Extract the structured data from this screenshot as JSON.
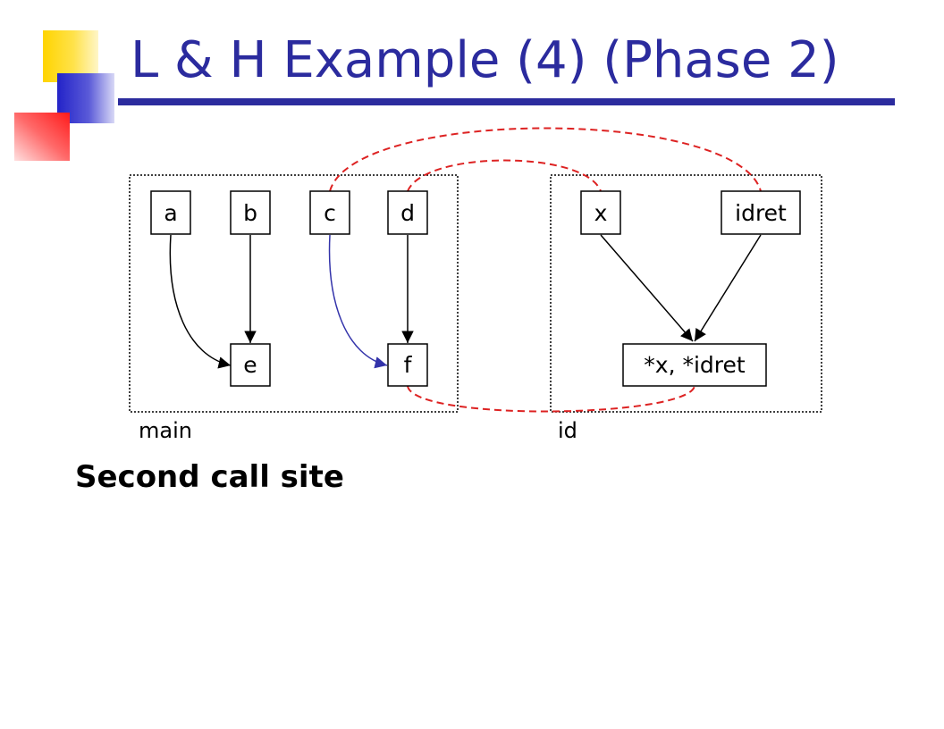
{
  "slide": {
    "title": "L & H Example (4) (Phase 2)",
    "subtitle": "Second call site"
  },
  "diagram": {
    "groups": [
      {
        "id": "main",
        "label": "main"
      },
      {
        "id": "id",
        "label": "id"
      }
    ],
    "nodes": [
      {
        "id": "a",
        "label": "a",
        "group": "main"
      },
      {
        "id": "b",
        "label": "b",
        "group": "main"
      },
      {
        "id": "c",
        "label": "c",
        "group": "main"
      },
      {
        "id": "d",
        "label": "d",
        "group": "main"
      },
      {
        "id": "e",
        "label": "e",
        "group": "main"
      },
      {
        "id": "f",
        "label": "f",
        "group": "main"
      },
      {
        "id": "x",
        "label": "x",
        "group": "id"
      },
      {
        "id": "idret",
        "label": "idret",
        "group": "id"
      },
      {
        "id": "deref",
        "label": "*x, *idret",
        "group": "id"
      }
    ],
    "edges": [
      {
        "from": "a",
        "to": "e",
        "style": "solid",
        "color": "#000000"
      },
      {
        "from": "b",
        "to": "e",
        "style": "solid",
        "color": "#000000"
      },
      {
        "from": "c",
        "to": "f",
        "style": "solid",
        "color": "#3333aa"
      },
      {
        "from": "d",
        "to": "f",
        "style": "solid",
        "color": "#000000"
      },
      {
        "from": "x",
        "to": "deref",
        "style": "solid",
        "color": "#000000"
      },
      {
        "from": "idret",
        "to": "deref",
        "style": "solid",
        "color": "#000000"
      },
      {
        "from": "c",
        "to": "idret",
        "style": "dashed",
        "color": "#dd2222"
      },
      {
        "from": "d",
        "to": "x",
        "style": "dashed",
        "color": "#dd2222"
      },
      {
        "from": "f",
        "to": "deref",
        "style": "dashed",
        "color": "#dd2222"
      }
    ]
  },
  "colors": {
    "title": "#2b2b9e",
    "link_dashed": "#dd2222",
    "edge_blue": "#3333aa"
  }
}
